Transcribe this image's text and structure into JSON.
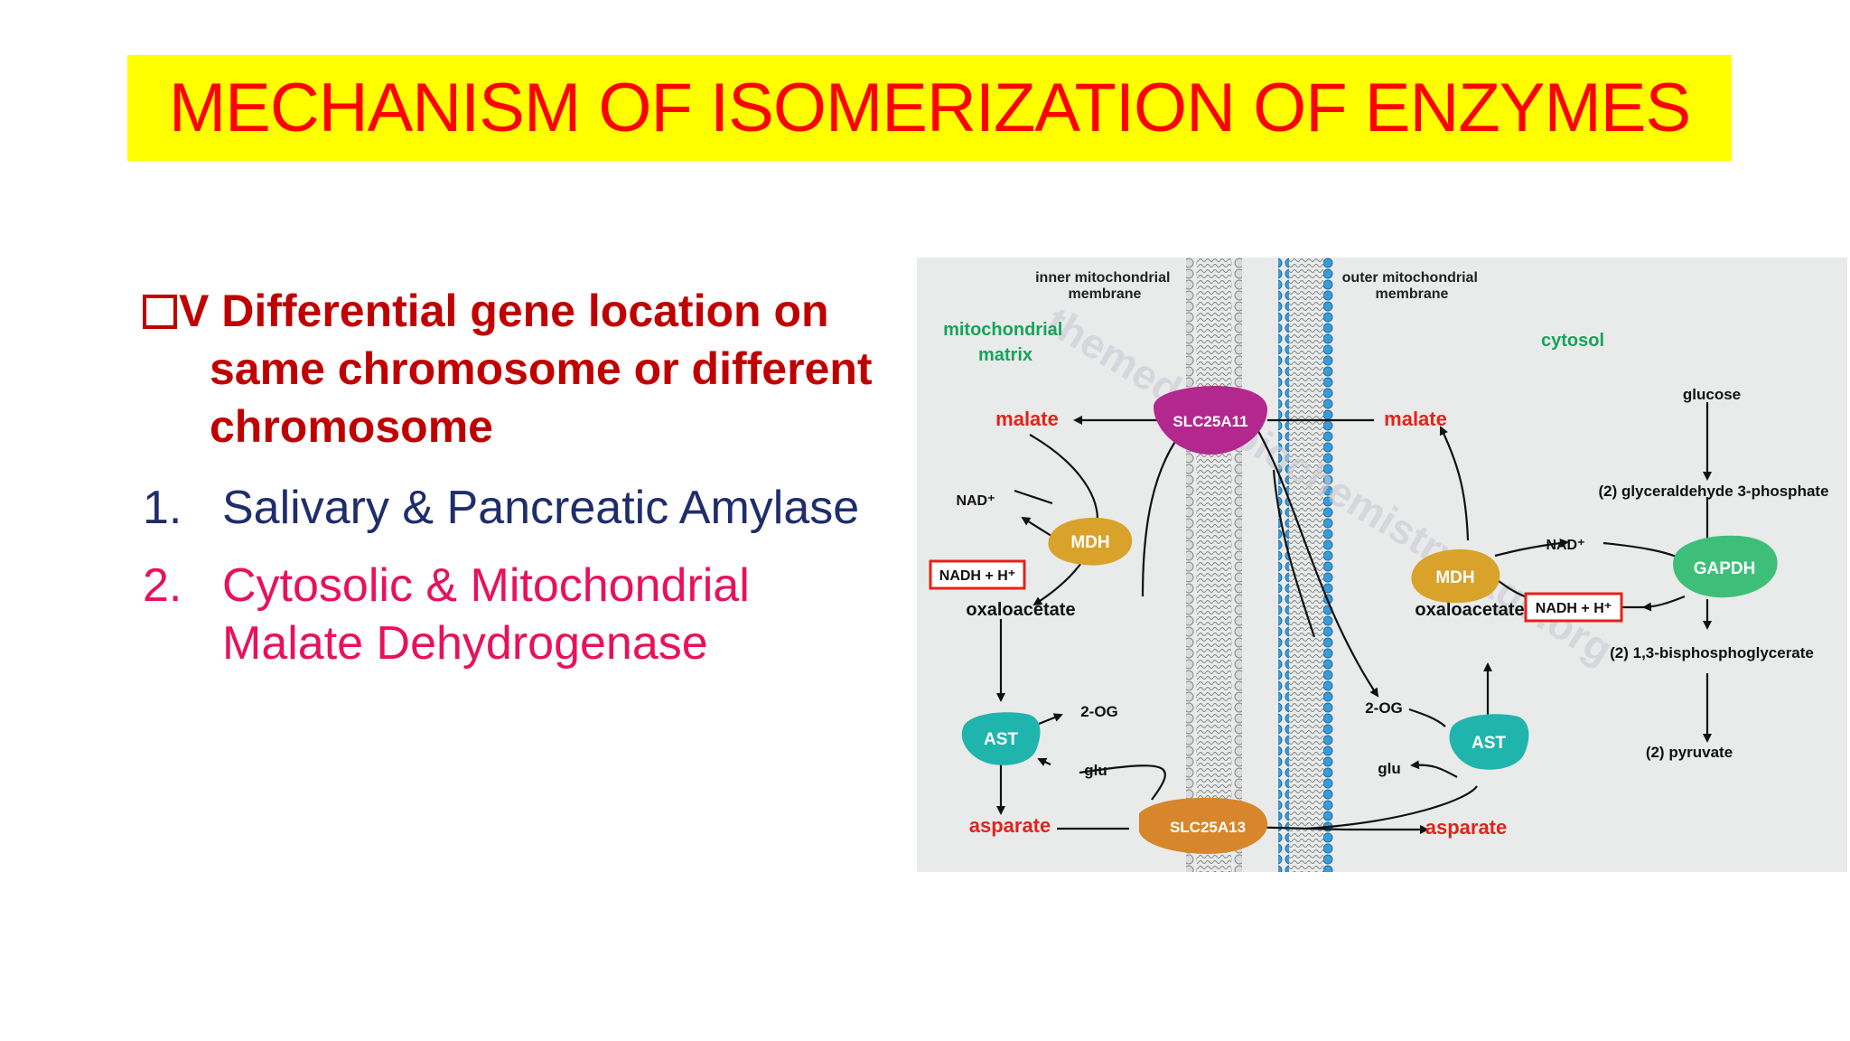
{
  "slide": {
    "title": "MECHANISM OF ISOMERIZATION OF ENZYMES",
    "heading_marker": "❏",
    "heading": [
      "V Differential gene location on",
      "same chromosome or different",
      "chromosome"
    ],
    "items": [
      {
        "num": "1.",
        "lines": [
          "Salivary & Pancreatic Amylase"
        ]
      },
      {
        "num": "2.",
        "lines": [
          "Cytosolic & Mitochondrial",
          "Malate Dehydrogenase"
        ]
      }
    ]
  },
  "figure": {
    "labels": {
      "inner_membrane": [
        "inner mitochondrial",
        "membrane"
      ],
      "outer_membrane": [
        "outer mitochondrial",
        "membrane"
      ],
      "matrix": [
        "mitochondrial",
        "matrix"
      ],
      "cytosol": "cytosol",
      "malate_left": "malate",
      "malate_right": "malate",
      "slc25a11": "SLC25A11",
      "slc25a13": "SLC25A13",
      "nad_left": "NAD⁺",
      "nadh_left": "NADH + H⁺",
      "mdh_left": "MDH",
      "mdh_right": "MDH",
      "oaa_left": "oxaloacetate",
      "oaa_right": "oxaloacetate",
      "ast_left": "AST",
      "ast_right": "AST",
      "og_left": "2-OG",
      "og_right": "2-OG",
      "glu_left": "glu",
      "glu_right": "glu",
      "asp_left": "asparate",
      "asp_right": "asparate",
      "glucose": "glucose",
      "g3p": "(2) glyceraldehyde 3-phosphate",
      "nad_right": "NAD⁺",
      "gapdh": "GAPDH",
      "nadh_right": "NADH + H⁺",
      "bpg": "(2) 1,3-bisphosphoglycerate",
      "pyruvate": "(2) pyruvate",
      "watermark": "themedicalbiochemistrypage.org"
    },
    "colors": {
      "red": "#e2231a",
      "green": "#17a35a",
      "mdh": "#d9a22a",
      "slc25a11": "#b3288f",
      "slc25a13": "#d8862b",
      "ast": "#1fb5ad",
      "gapdh": "#3dbf7a",
      "membrane_blue": "#3b9bd6"
    }
  }
}
